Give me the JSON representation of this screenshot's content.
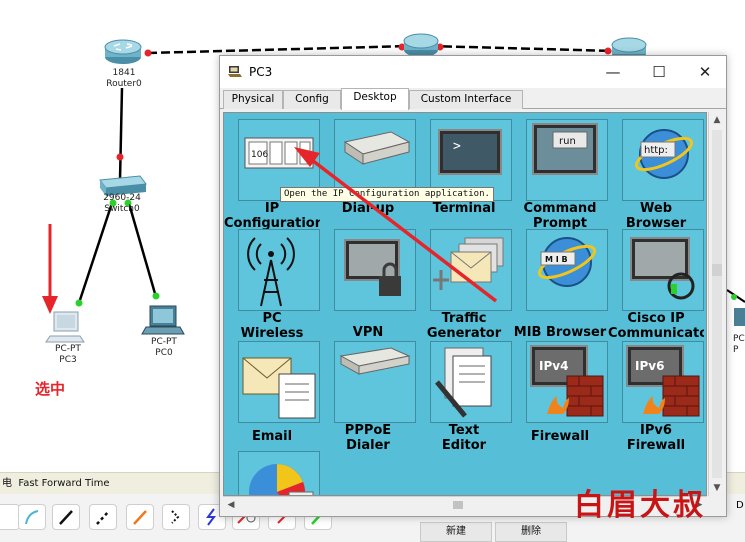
{
  "topology": {
    "router": {
      "model": "1841",
      "name": "Router0"
    },
    "switch": {
      "model": "2960-24",
      "name": "Switch0"
    },
    "pc3": {
      "model": "PC-PT",
      "name": "PC3"
    },
    "pc0": {
      "model": "PC-PT",
      "name": "PC0"
    },
    "right_partial_label": "PC\nP",
    "selected_annotation": "选中"
  },
  "status_bar": {
    "text": "电  Fast Forward Time"
  },
  "bottom_buttons": {
    "new_label": "新建",
    "delete_label": "删除",
    "right_partial": "D"
  },
  "window": {
    "title": "PC3",
    "minimize": "—",
    "maximize": "☐",
    "close": "✕",
    "tabs": [
      {
        "label": "Physical",
        "active": false
      },
      {
        "label": "Config",
        "active": false
      },
      {
        "label": "Desktop",
        "active": true
      },
      {
        "label": "Custom Interface",
        "active": false
      }
    ],
    "tooltip": "Open the IP Configuration application.",
    "apps": [
      {
        "label": "IP\nConfiguration",
        "icon": "ip-config-icon"
      },
      {
        "label": "Dial-up",
        "icon": "dialup-icon"
      },
      {
        "label": "Terminal",
        "icon": "terminal-icon"
      },
      {
        "label": "Command\nPrompt",
        "icon": "command-prompt-icon"
      },
      {
        "label": "Web\nBrowser",
        "icon": "web-browser-icon"
      },
      {
        "label": "PC\nWireless",
        "icon": "pc-wireless-icon"
      },
      {
        "label": "VPN",
        "icon": "vpn-icon"
      },
      {
        "label": "Traffic\nGenerator",
        "icon": "traffic-generator-icon"
      },
      {
        "label": "MIB Browser",
        "icon": "mib-browser-icon"
      },
      {
        "label": "Cisco IP\nCommunicator",
        "icon": "cisco-ip-communicator-icon"
      },
      {
        "label": "Email",
        "icon": "email-icon"
      },
      {
        "label": "PPPoE\nDialer",
        "icon": "pppoe-dialer-icon"
      },
      {
        "label": "Text\nEditor",
        "icon": "text-editor-icon"
      },
      {
        "label": "Firewall",
        "icon": "firewall-icon"
      },
      {
        "label": "IPv6\nFirewall",
        "icon": "ipv6-firewall-icon"
      },
      {
        "label": "",
        "icon": "pie-chart-icon"
      }
    ],
    "icon_text": {
      "ip_number": "106",
      "run": "run",
      "http": "http:",
      "mib": "M I B",
      "ipv4": "IPv4",
      "ipv6": "IPv6"
    }
  },
  "watermark": "白眉大叔",
  "colors": {
    "desktop_bg": "#56bfd7",
    "link_red": "#e6252a",
    "port_green": "#2bd12b"
  }
}
